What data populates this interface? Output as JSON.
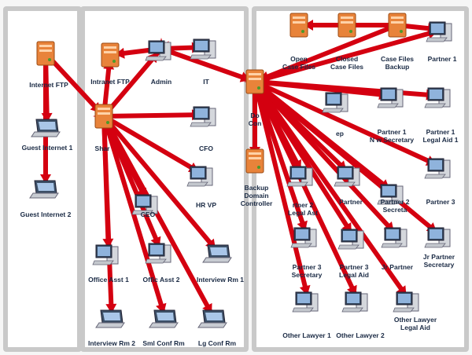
{
  "colors": {
    "link": "#d40010",
    "link_stroke": "#8a0008",
    "server": "#e8833a",
    "monitor": "#5b7fa8",
    "panel": "#c9c9c9",
    "label": "#1a2a44"
  },
  "nodes": [
    {
      "id": "internet-ftp",
      "kind": "server",
      "label": "Internet FTP"
    },
    {
      "id": "guest-internet-1",
      "kind": "laptop",
      "label": "Guest Internet 1"
    },
    {
      "id": "guest-internet-2",
      "kind": "laptop",
      "label": "Guest Internet 2"
    },
    {
      "id": "intranet-ftp",
      "kind": "server",
      "label": "Intranet FTP"
    },
    {
      "id": "admin",
      "kind": "workstation",
      "label": "Admin"
    },
    {
      "id": "it",
      "kind": "workstation",
      "label": "IT"
    },
    {
      "id": "share",
      "kind": "server",
      "label": "Shar"
    },
    {
      "id": "cfo",
      "kind": "workstation",
      "label": "CFO"
    },
    {
      "id": "hr-vp",
      "kind": "workstation",
      "label": "HR VP"
    },
    {
      "id": "ceo",
      "kind": "workstation",
      "label": "CEO"
    },
    {
      "id": "office-asst-1",
      "kind": "workstation",
      "label": "Office Asst 1"
    },
    {
      "id": "office-asst-2",
      "kind": "workstation",
      "label": "Offic Asst 2"
    },
    {
      "id": "interview-rm-1",
      "kind": "laptop",
      "label": "Interview Rm 1"
    },
    {
      "id": "interview-rm-2",
      "kind": "laptop",
      "label": "Interview Rm 2"
    },
    {
      "id": "sml-conf-rm",
      "kind": "laptop",
      "label": "Sml Conf Rm"
    },
    {
      "id": "lg-conf-rm",
      "kind": "laptop",
      "label": "Lg Conf Rm"
    },
    {
      "id": "open-case-files",
      "kind": "server",
      "label": "Open",
      "label2": "Case Files"
    },
    {
      "id": "closed-case-files",
      "kind": "server",
      "label": "Closed",
      "label2": "Case Files"
    },
    {
      "id": "case-files-backup",
      "kind": "server",
      "label": "Case Files",
      "label2": "Backup"
    },
    {
      "id": "partner-1",
      "kind": "workstation",
      "label": "Partner 1"
    },
    {
      "id": "domain-controller",
      "kind": "server",
      "label": "Do",
      "label2": "Con"
    },
    {
      "id": "backup-domain-controller",
      "kind": "server",
      "label": "Backup",
      "label2": "Domain",
      "label3": "Controller"
    },
    {
      "id": "partner-1-secretary",
      "kind": "workstation",
      "label": "Partner 1",
      "label2": "N   w Secretary"
    },
    {
      "id": "partner-1-legal-aid-1",
      "kind": "workstation",
      "label": "Partner 1",
      "label2": "Legal Aid 1"
    },
    {
      "id": "partner-2-secretary",
      "kind": "workstation",
      "label": "Partner 2",
      "label2": "Secreta"
    },
    {
      "id": "partner-3",
      "kind": "workstation",
      "label": "Partner 3"
    },
    {
      "id": "partner-3-secretary",
      "kind": "workstation",
      "label": "Partner 3",
      "label2": "Secretary"
    },
    {
      "id": "partner-3-legal-aid",
      "kind": "workstation",
      "label": "Partner 3",
      "label2": "Legal Aid"
    },
    {
      "id": "jr-partner",
      "kind": "workstation",
      "label": "Jr Partner"
    },
    {
      "id": "jr-partner-secretary",
      "kind": "workstation",
      "label": "Jr Partner",
      "label2": "Secretary"
    },
    {
      "id": "other-lawyer-1",
      "kind": "workstation",
      "label": "Other Lawyer 1"
    },
    {
      "id": "other-lawyer-2",
      "kind": "workstation",
      "label": "Other Lawyer 2"
    },
    {
      "id": "other-lawyer-legal-aid",
      "kind": "workstation",
      "label": "Other Lawyer",
      "label2": "Legal Aid"
    },
    {
      "id": "partner-2-legal-asst",
      "kind": "workstation",
      "label": "rtner 2",
      "label2": "Legal Ast"
    },
    {
      "id": "partner-2",
      "kind": "workstation",
      "label": "Partner"
    },
    {
      "id": "partner-1-rep",
      "kind": "workstation",
      "label": "ep"
    }
  ],
  "links": [
    [
      "internet-ftp",
      "guest-internet-1"
    ],
    [
      "internet-ftp",
      "guest-internet-2"
    ],
    [
      "internet-ftp",
      "share"
    ],
    [
      "share",
      "intranet-ftp"
    ],
    [
      "share",
      "admin"
    ],
    [
      "share",
      "cfo"
    ],
    [
      "share",
      "hr-vp"
    ],
    [
      "share",
      "ceo"
    ],
    [
      "share",
      "office-asst-1"
    ],
    [
      "share",
      "office-asst-2"
    ],
    [
      "share",
      "interview-rm-1"
    ],
    [
      "share",
      "interview-rm-2"
    ],
    [
      "share",
      "sml-conf-rm"
    ],
    [
      "share",
      "lg-conf-rm"
    ],
    [
      "admin",
      "intranet-ftp"
    ],
    [
      "admin",
      "it"
    ],
    [
      "admin",
      "domain-controller"
    ],
    [
      "case-files-backup",
      "open-case-files"
    ],
    [
      "case-files-backup",
      "partner-1"
    ],
    [
      "case-files-backup",
      "domain-controller"
    ],
    [
      "domain-controller",
      "partner-1"
    ],
    [
      "domain-controller",
      "backup-domain-controller"
    ],
    [
      "domain-controller",
      "partner-1-secretary"
    ],
    [
      "domain-controller",
      "partner-1-legal-aid-1"
    ],
    [
      "domain-controller",
      "partner-2-secretary"
    ],
    [
      "domain-controller",
      "partner-3"
    ],
    [
      "domain-controller",
      "partner-3-secretary"
    ],
    [
      "domain-controller",
      "partner-3-legal-aid"
    ],
    [
      "domain-controller",
      "jr-partner"
    ],
    [
      "domain-controller",
      "jr-partner-secretary"
    ],
    [
      "domain-controller",
      "other-lawyer-1"
    ],
    [
      "domain-controller",
      "other-lawyer-2"
    ],
    [
      "domain-controller",
      "other-lawyer-legal-aid"
    ],
    [
      "domain-controller",
      "partner-2-legal-asst"
    ],
    [
      "domain-controller",
      "partner-2"
    ]
  ]
}
